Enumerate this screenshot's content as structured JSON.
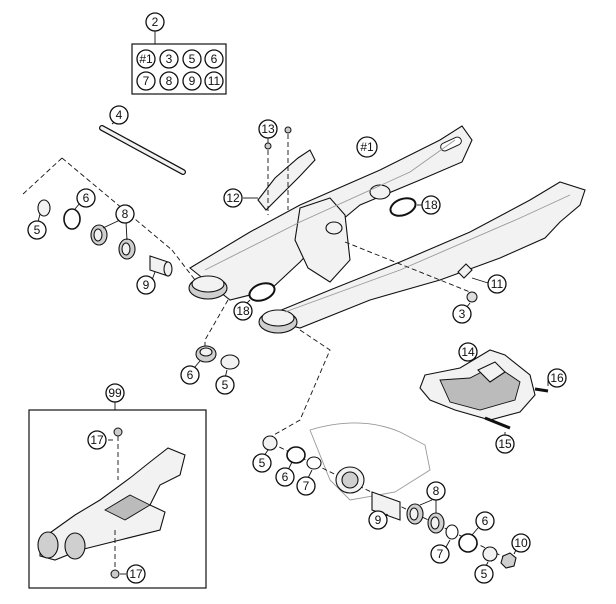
{
  "kit_box": {
    "label": "2",
    "items": [
      "#1",
      "3",
      "5",
      "6",
      "7",
      "8",
      "9",
      "11"
    ]
  },
  "callouts": {
    "c4": "4",
    "c13": "13",
    "c1": "#1",
    "c12": "12",
    "c18a": "18",
    "c18b": "18",
    "c11": "11",
    "c3": "3",
    "c5a": "5",
    "c6a": "6",
    "c8a": "8",
    "c9a": "9",
    "c6b": "6",
    "c5b": "5",
    "c14": "14",
    "c16": "16",
    "c15": "15",
    "c5c": "5",
    "c6c": "6",
    "c7a": "7",
    "c8b": "8",
    "c9b": "9",
    "c6d": "6",
    "c7b": "7",
    "c10": "10",
    "c5d": "5"
  },
  "inset": {
    "label": "99",
    "callout_top": "17",
    "callout_bottom": "17"
  }
}
